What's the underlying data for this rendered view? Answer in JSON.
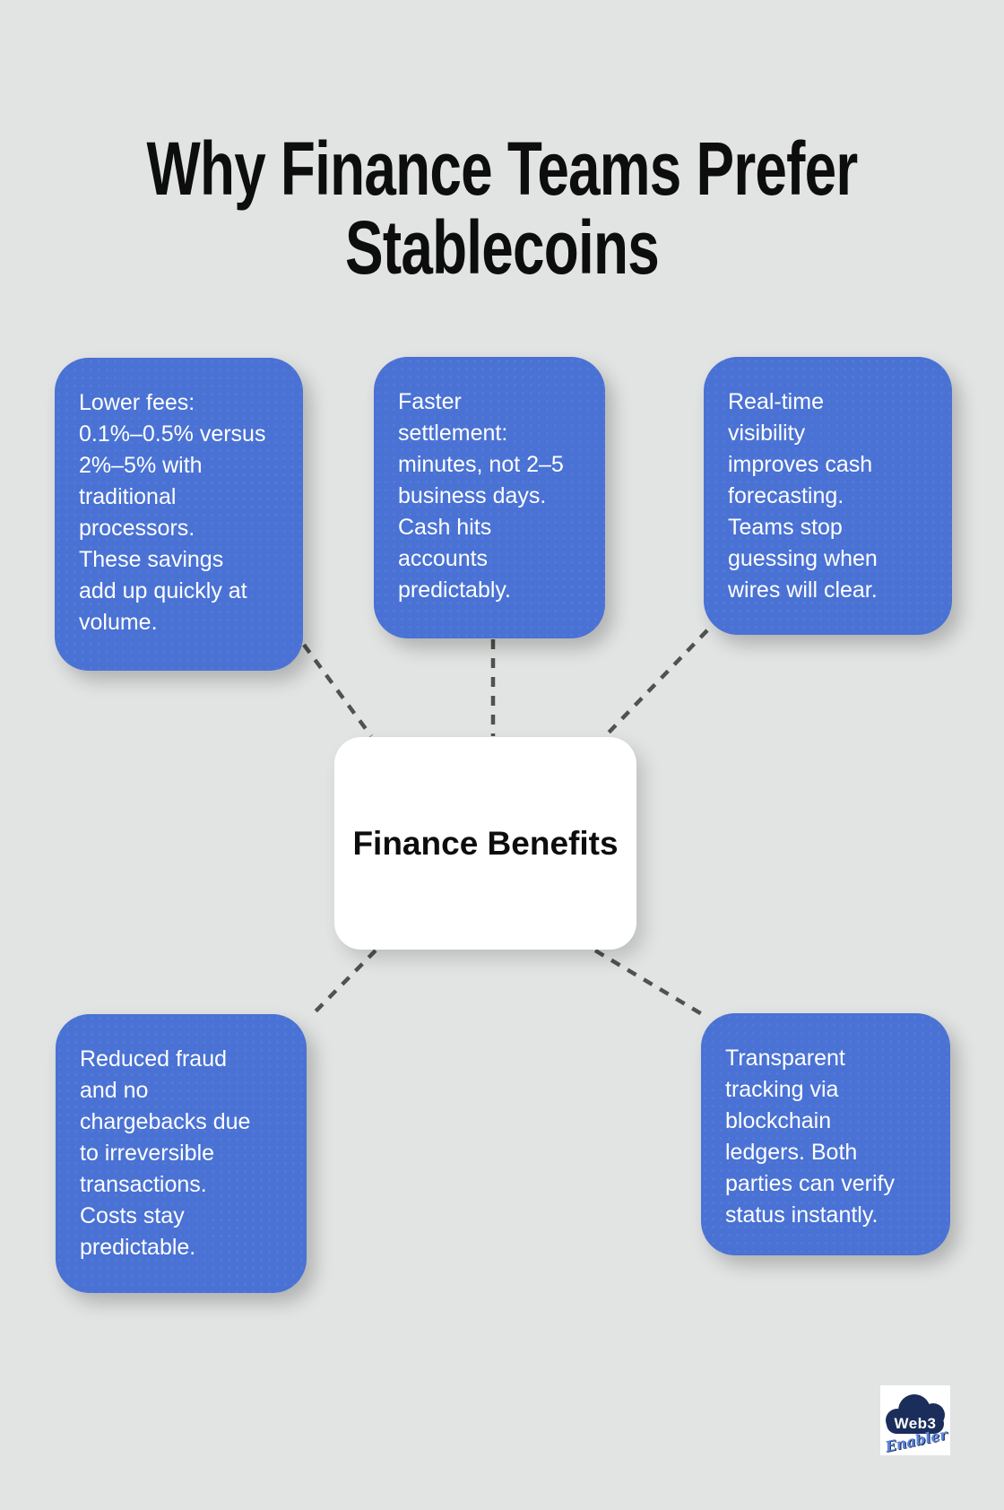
{
  "title": "Why Finance Teams Prefer\nStablecoins",
  "center": {
    "label": "Finance Benefits"
  },
  "nodes": [
    {
      "id": "lower-fees",
      "text": "Lower fees:\n0.1%–0.5% versus\n2%–5% with\ntraditional\nprocessors.\nThese savings\nadd up quickly at\nvolume."
    },
    {
      "id": "faster-settlement",
      "text": "Faster\nsettlement:\nminutes, not 2–5\nbusiness days.\nCash hits\naccounts\npredictably."
    },
    {
      "id": "real-time-visibility",
      "text": "Real-time\nvisibility\nimproves cash\nforecasting.\nTeams stop\nguessing when\nwires will clear."
    },
    {
      "id": "reduced-fraud",
      "text": "Reduced fraud\nand no\nchargebacks due\nto irreversible\ntransactions.\nCosts stay\npredictable."
    },
    {
      "id": "transparent-tracking",
      "text": "Transparent\ntracking via\nblockchain\nledgers. Both\nparties can verify\nstatus instantly."
    }
  ],
  "logo": {
    "brand": "Web3",
    "tagline": "Enabler"
  },
  "colors": {
    "page_bg": "#e2e4e3",
    "node_fill": "#4a72d4",
    "node_text": "#ffffff",
    "center_fill": "#ffffff",
    "center_text": "#0d0d0d",
    "title_color": "#0d0d0d",
    "connector": "#4f524f",
    "logo_navy": "#1b2d5a",
    "logo_script": "#5b86dd"
  }
}
